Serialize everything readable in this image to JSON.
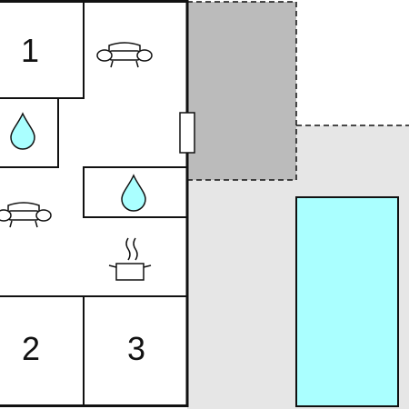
{
  "rooms": [
    {
      "label": "1"
    },
    {
      "label": "2"
    },
    {
      "label": "3"
    }
  ],
  "icons": [
    {
      "name": "sofa-icon"
    },
    {
      "name": "water-drop-icon"
    },
    {
      "name": "cooking-pot-icon"
    },
    {
      "name": "door-icon"
    }
  ],
  "colors": {
    "walls": "#111111",
    "terrace": "#e6e6e6",
    "covered_area": "#bbbbbb",
    "pool": "#aaffff",
    "drop": "#aaffff",
    "background": "#ffffff"
  }
}
